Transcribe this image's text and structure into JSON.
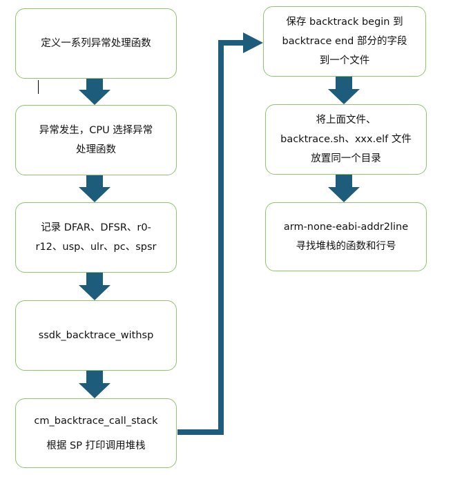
{
  "colors": {
    "box_border": "#8cc56b",
    "arrow": "#1d5c7a",
    "text": "#111111"
  },
  "steps_left": [
    {
      "lines": [
        "定义一系列异常处理函数"
      ]
    },
    {
      "lines": [
        "异常发生，CPU 选择异常",
        "处理函数"
      ]
    },
    {
      "lines": [
        "记录 DFAR、DFSR、r0-",
        "r12、usp、ulr、pc、spsr"
      ]
    },
    {
      "lines": [
        "ssdk_backtrace_withsp"
      ]
    },
    {
      "lines": [
        "cm_backtrace_call_stack",
        "根据 SP 打印调用堆栈"
      ]
    }
  ],
  "steps_right": [
    {
      "lines": [
        "保存 backtrack begin 到",
        "backtrace end 部分的字段",
        "到一个文件"
      ]
    },
    {
      "lines": [
        "将上面文件、",
        "backtrace.sh、xxx.elf 文件",
        "放置同一个目录"
      ]
    },
    {
      "lines": [
        "arm-none-eabi-addr2line",
        "寻找堆栈的函数和行号"
      ]
    }
  ]
}
